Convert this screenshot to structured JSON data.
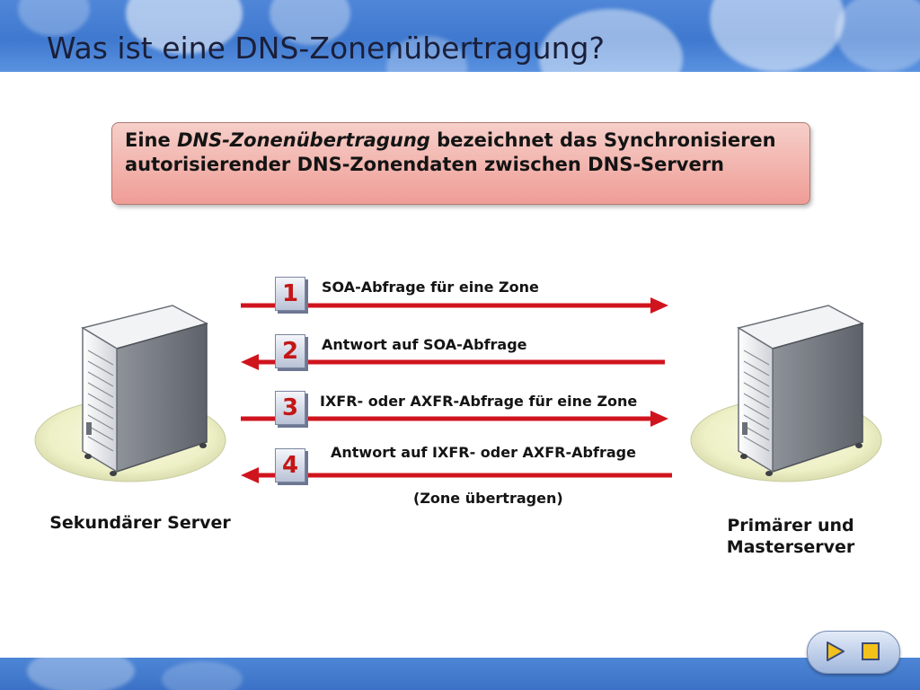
{
  "slide": {
    "title": "Was ist eine DNS-Zonenübertragung?"
  },
  "definition": {
    "part1": "Eine ",
    "term": "DNS-Zonenübertragung",
    "part2": " bezeichnet das Synchronisieren autorisierender DNS-Zonendaten zwischen DNS-Servern"
  },
  "steps": [
    {
      "number": "1",
      "label": "SOA-Abfrage für eine Zone",
      "direction": "right"
    },
    {
      "number": "2",
      "label": "Antwort auf SOA-Abfrage",
      "direction": "left"
    },
    {
      "number": "3",
      "label": "IXFR- oder AXFR-Abfrage für eine Zone",
      "direction": "right"
    },
    {
      "number": "4",
      "label": "Antwort auf IXFR- oder AXFR-Abfrage",
      "direction": "left"
    }
  ],
  "step4_note": "(Zone übertragen)",
  "servers": {
    "secondary": "Sekundärer Server",
    "primary_line1": "Primärer und",
    "primary_line2": "Masterserver"
  },
  "colors": {
    "arrow": "#d0141e",
    "definition_box": "#ef9d96",
    "header": "#3f79cf"
  },
  "icons": {
    "server": "server-tower-icon",
    "nav_next": "play-icon",
    "nav_stop": "stop-icon"
  }
}
